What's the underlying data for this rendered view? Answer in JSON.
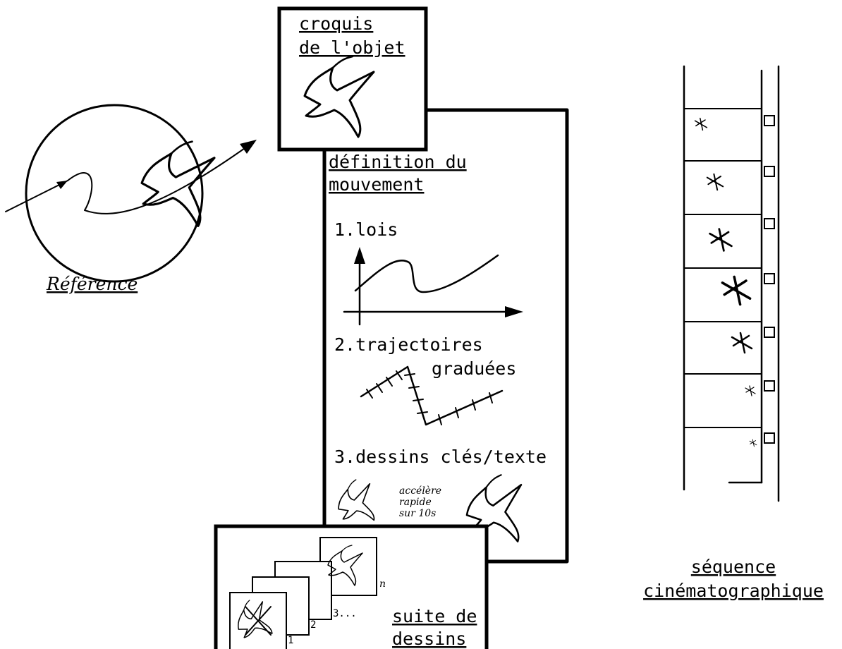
{
  "labels": {
    "croquis_line1": "croquis",
    "croquis_line2": "de l'objet",
    "reference": "Référence",
    "definition_line1": "définition du",
    "definition_line2": "mouvement",
    "step1": "1.lois",
    "step2_line1": "2.trajectoires",
    "step2_line2": "graduées",
    "step3": "3.dessins clés/texte",
    "keynote_line1": "accélère",
    "keynote_line2": "rapide",
    "keynote_line3": "sur 10s",
    "suite_line1": "suite de",
    "suite_line2": "dessins",
    "sequence_line1": "séquence",
    "sequence_line2": "cinématographique",
    "frame_index_1": "1",
    "frame_index_2": "2",
    "frame_index_3": "3...",
    "frame_index_n": "n"
  }
}
